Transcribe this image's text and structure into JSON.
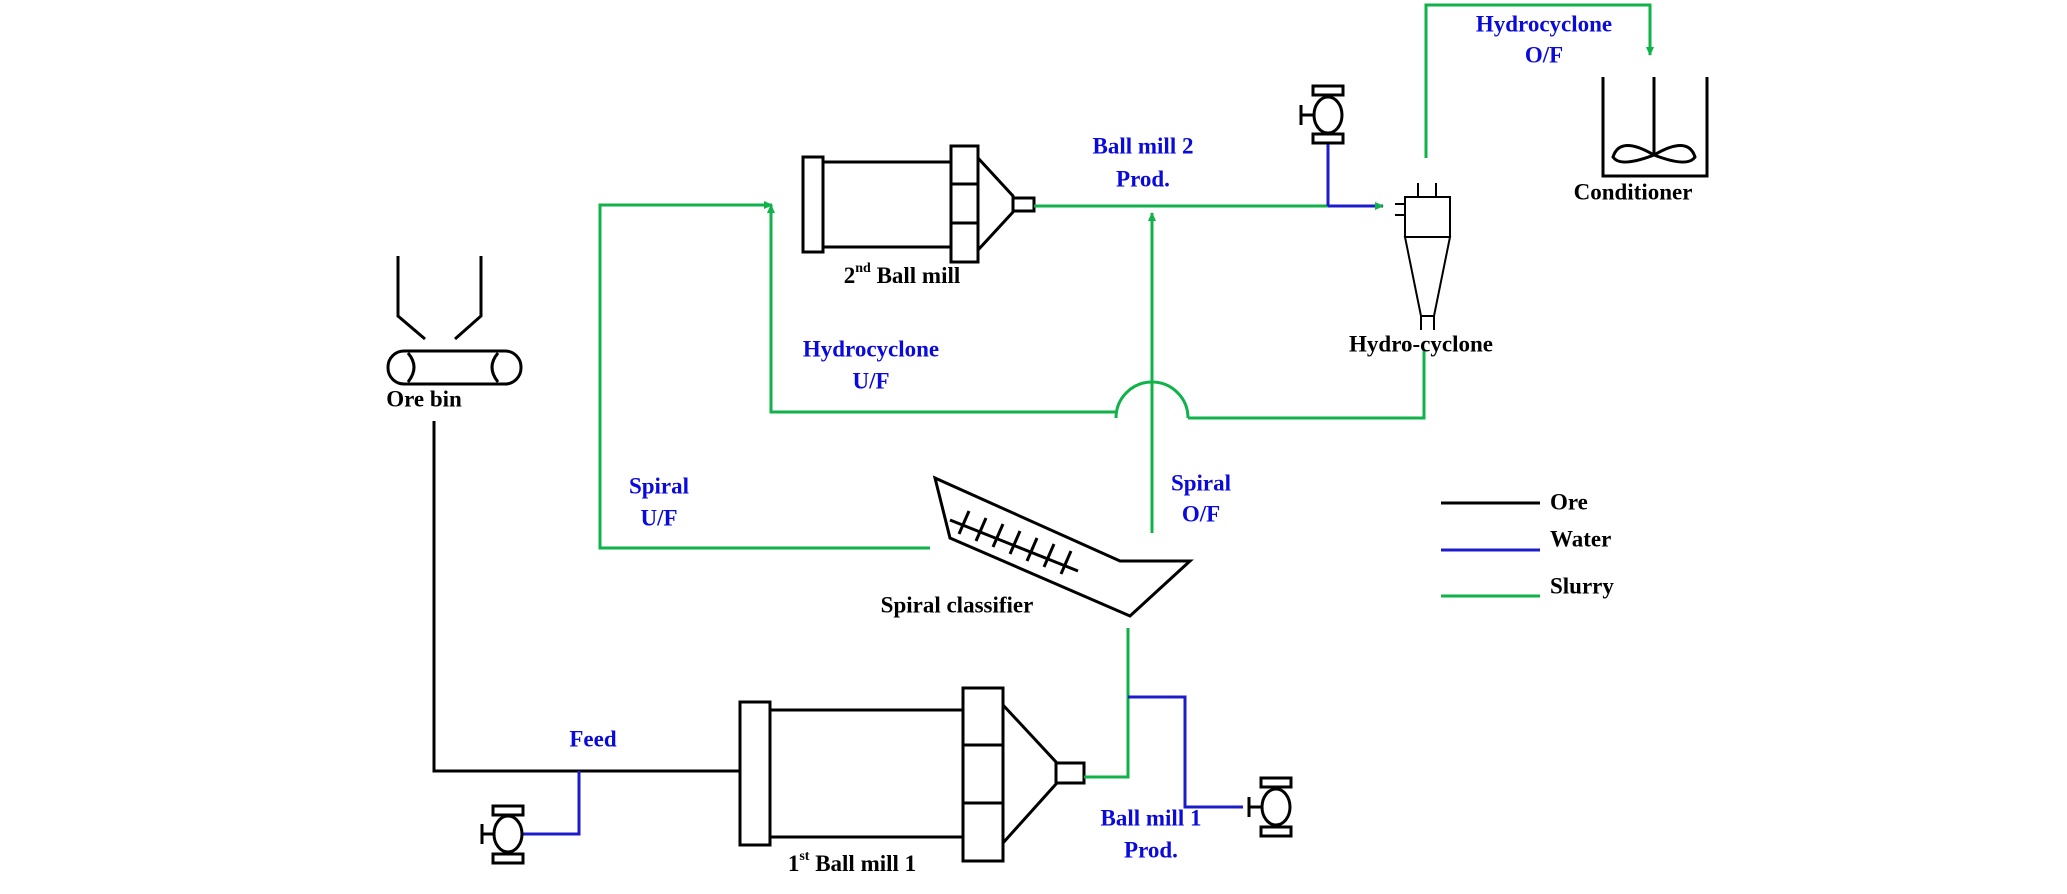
{
  "equipment": {
    "ore_bin": "Ore bin",
    "ball_mill_1_ordinal": "1",
    "ball_mill_1_sup": "st",
    "ball_mill_1_rest": " Ball mill 1",
    "ball_mill_2_ordinal": "2",
    "ball_mill_2_sup": "nd",
    "ball_mill_2_rest": " Ball mill",
    "spiral_classifier": "Spiral classifier",
    "hydrocyclone": "Hydro-cyclone",
    "conditioner": "Conditioner"
  },
  "streams": {
    "feed": "Feed",
    "ball_mill_1_prod": [
      "Ball mill 1",
      "Prod."
    ],
    "ball_mill_2_prod": [
      "Ball mill 2",
      "Prod."
    ],
    "spiral_uf": [
      "Spiral",
      "U/F"
    ],
    "spiral_of": [
      "Spiral",
      "O/F"
    ],
    "hydrocyclone_uf": [
      "Hydrocyclone",
      "U/F"
    ],
    "hydrocyclone_of": [
      "Hydrocyclone",
      "O/F"
    ]
  },
  "legend": {
    "items": [
      {
        "label": "Ore",
        "color": "#000000"
      },
      {
        "label": "Water",
        "color": "#1c1cc8"
      },
      {
        "label": "Slurry",
        "color": "#10b24a"
      }
    ]
  },
  "colors": {
    "ore_line": "#000000",
    "water_line": "#1c1cc8",
    "slurry_line": "#10b24a",
    "stream_label": "#0a0adc"
  }
}
